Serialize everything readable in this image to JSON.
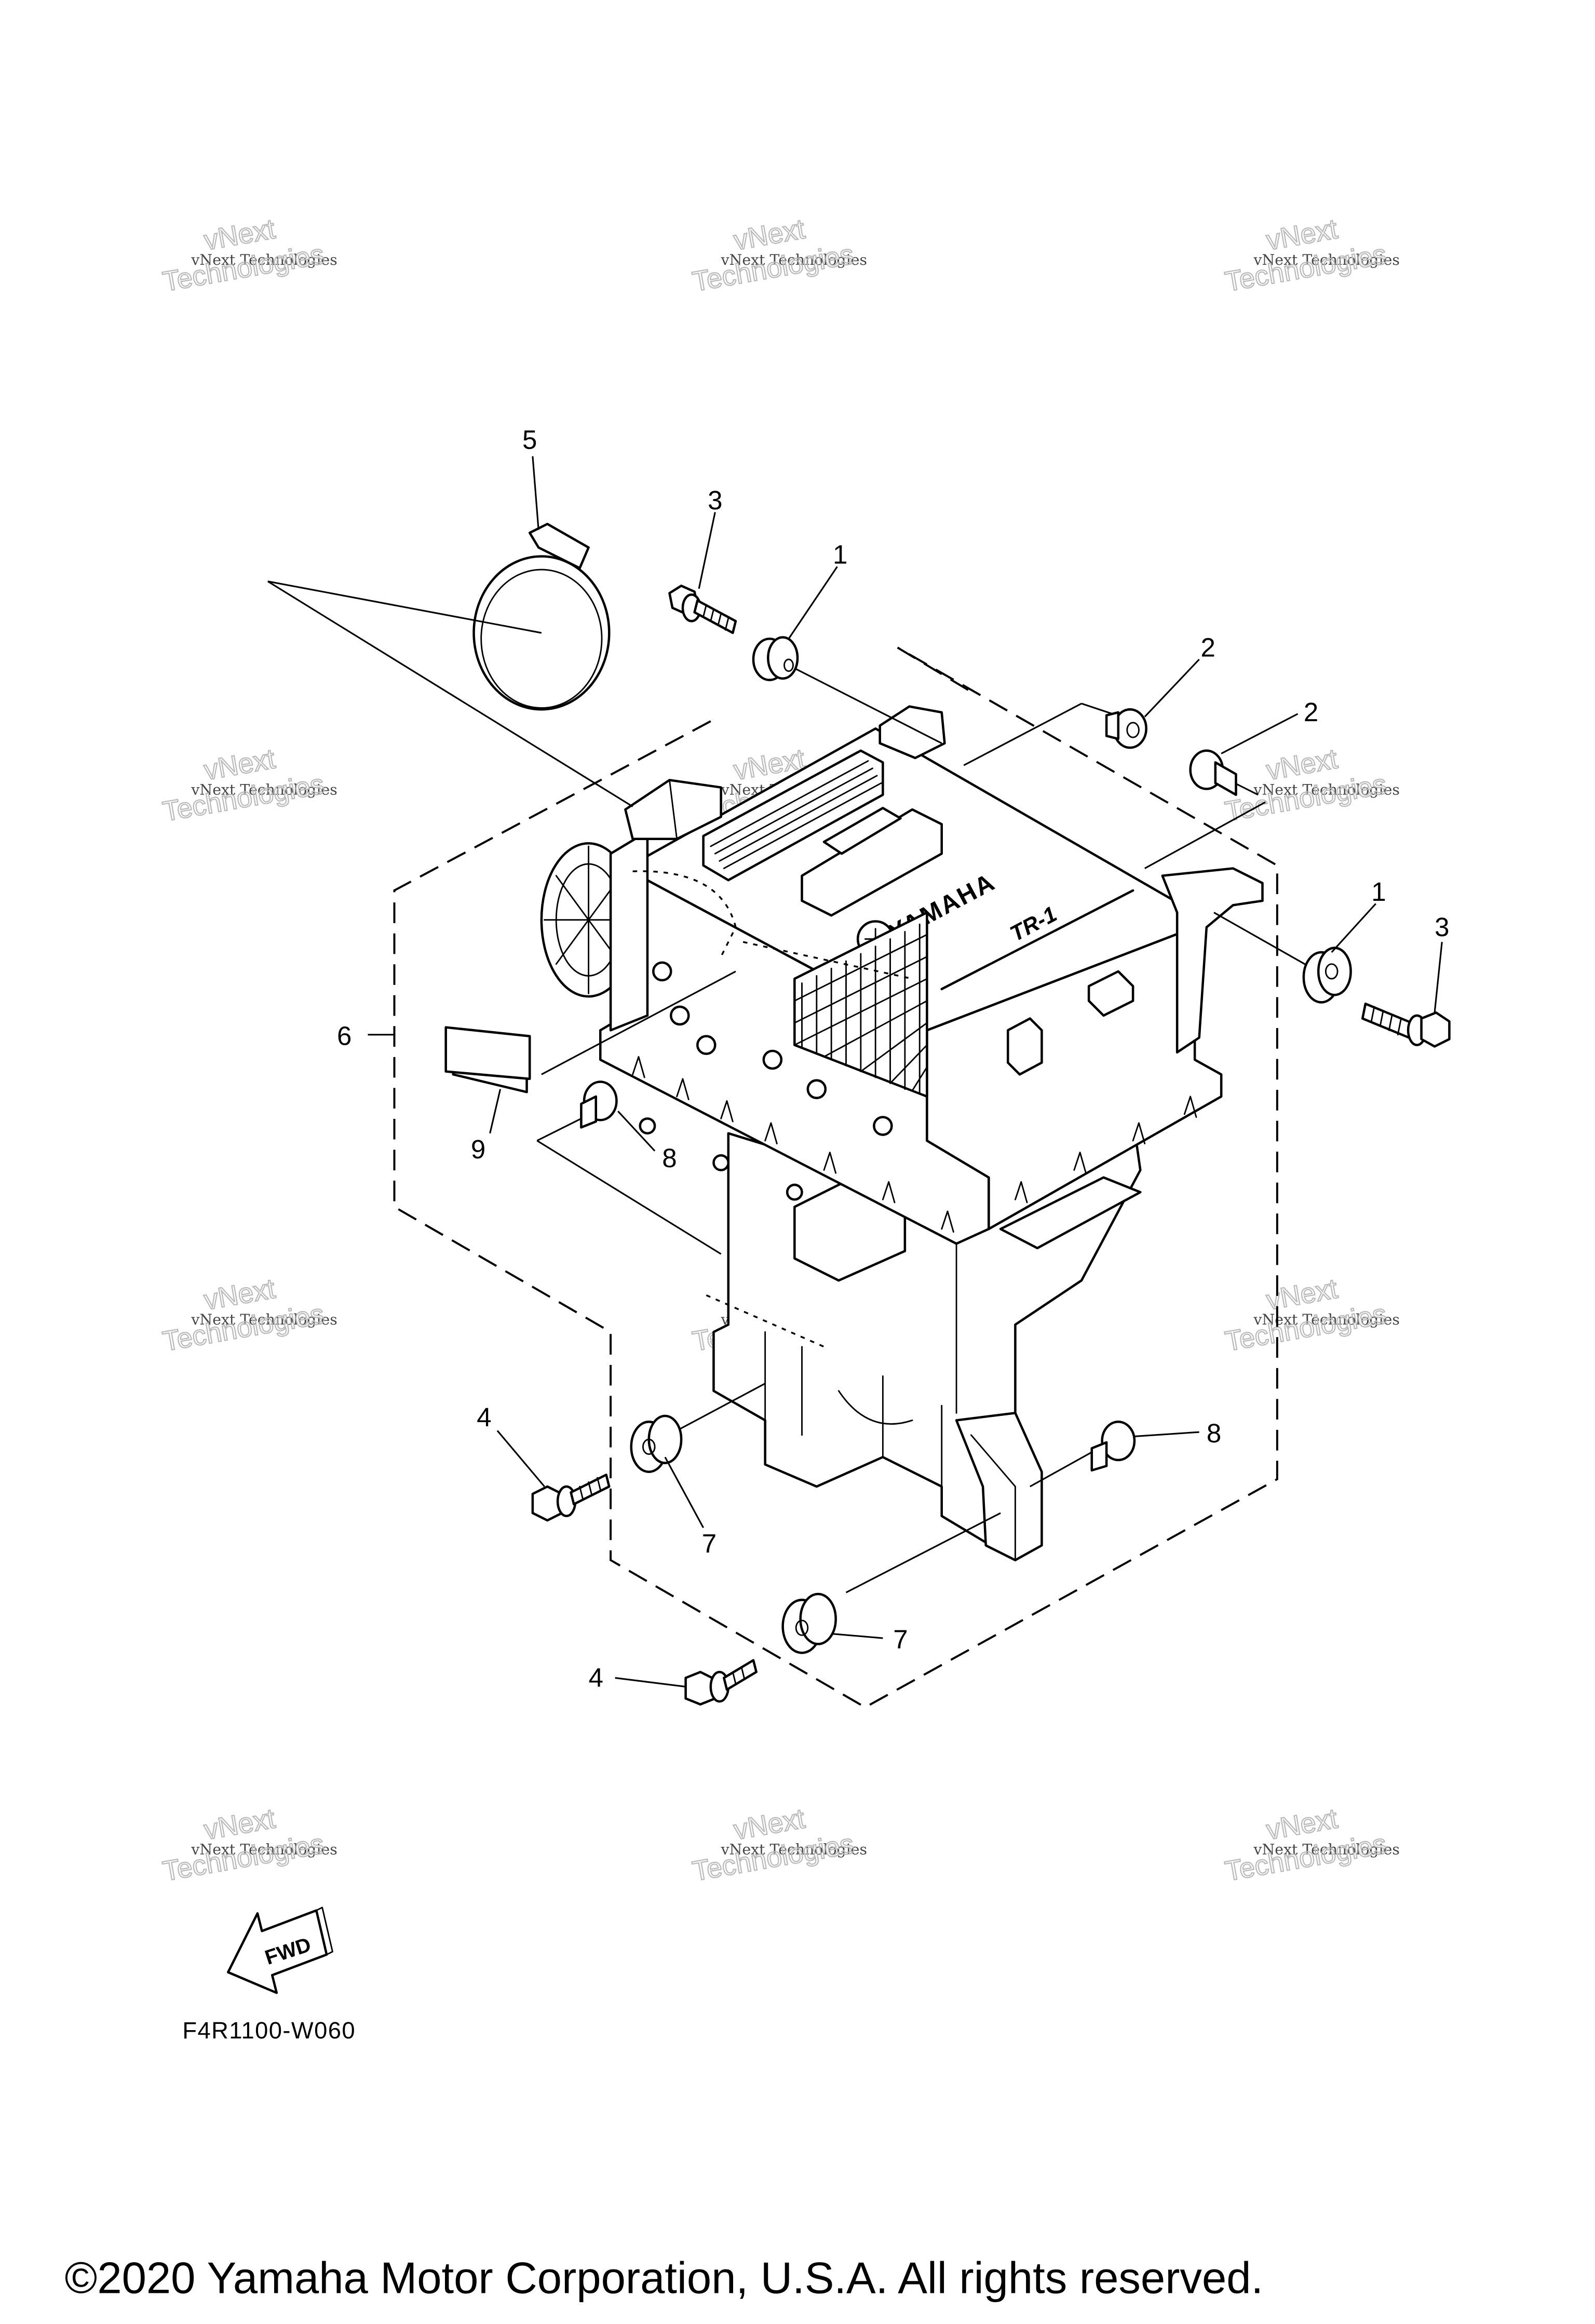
{
  "watermark": {
    "line1": "vNext Technologies",
    "line2": "Technologies",
    "line3": "vNext"
  },
  "brand": {
    "maker": "YAMAHA",
    "model": "TR-1"
  },
  "callouts": {
    "c1a": "1",
    "c1b": "1",
    "c2a": "2",
    "c2b": "2",
    "c3a": "3",
    "c3b": "3",
    "c4a": "4",
    "c4b": "4",
    "c5": "5",
    "c6": "6",
    "c7a": "7",
    "c7b": "7",
    "c8a": "8",
    "c8b": "8",
    "c9": "9"
  },
  "fwd_label": "FWD",
  "diagram_code": "F4R1100-W060",
  "copyright": "©2020 Yamaha Motor Corporation, U.S.A. All rights reserved."
}
